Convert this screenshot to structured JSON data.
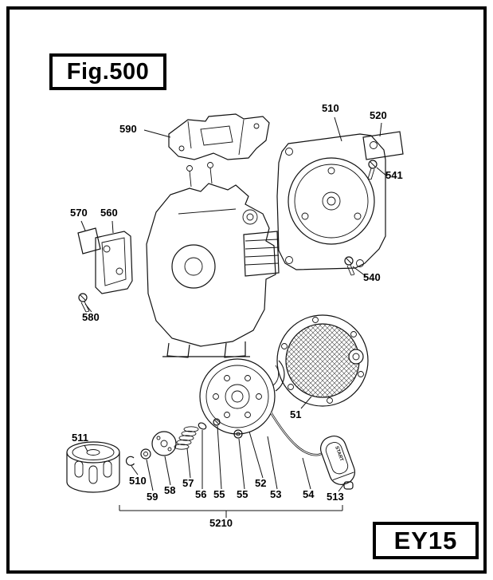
{
  "figure": {
    "title": "Fig.500",
    "code": "EY15"
  },
  "grip": {
    "text": "START"
  },
  "labels": [
    {
      "text": "590"
    },
    {
      "text": "510"
    },
    {
      "text": "520"
    },
    {
      "text": "541"
    },
    {
      "text": "570"
    },
    {
      "text": "560"
    },
    {
      "text": "540"
    },
    {
      "text": "580"
    },
    {
      "text": "511"
    },
    {
      "text": "510"
    },
    {
      "text": "59"
    },
    {
      "text": "58"
    },
    {
      "text": "57"
    },
    {
      "text": "56"
    },
    {
      "text": "55"
    },
    {
      "text": "55"
    },
    {
      "text": "52"
    },
    {
      "text": "53"
    },
    {
      "text": "51"
    },
    {
      "text": "54"
    },
    {
      "text": "513"
    },
    {
      "text": "5210"
    }
  ]
}
